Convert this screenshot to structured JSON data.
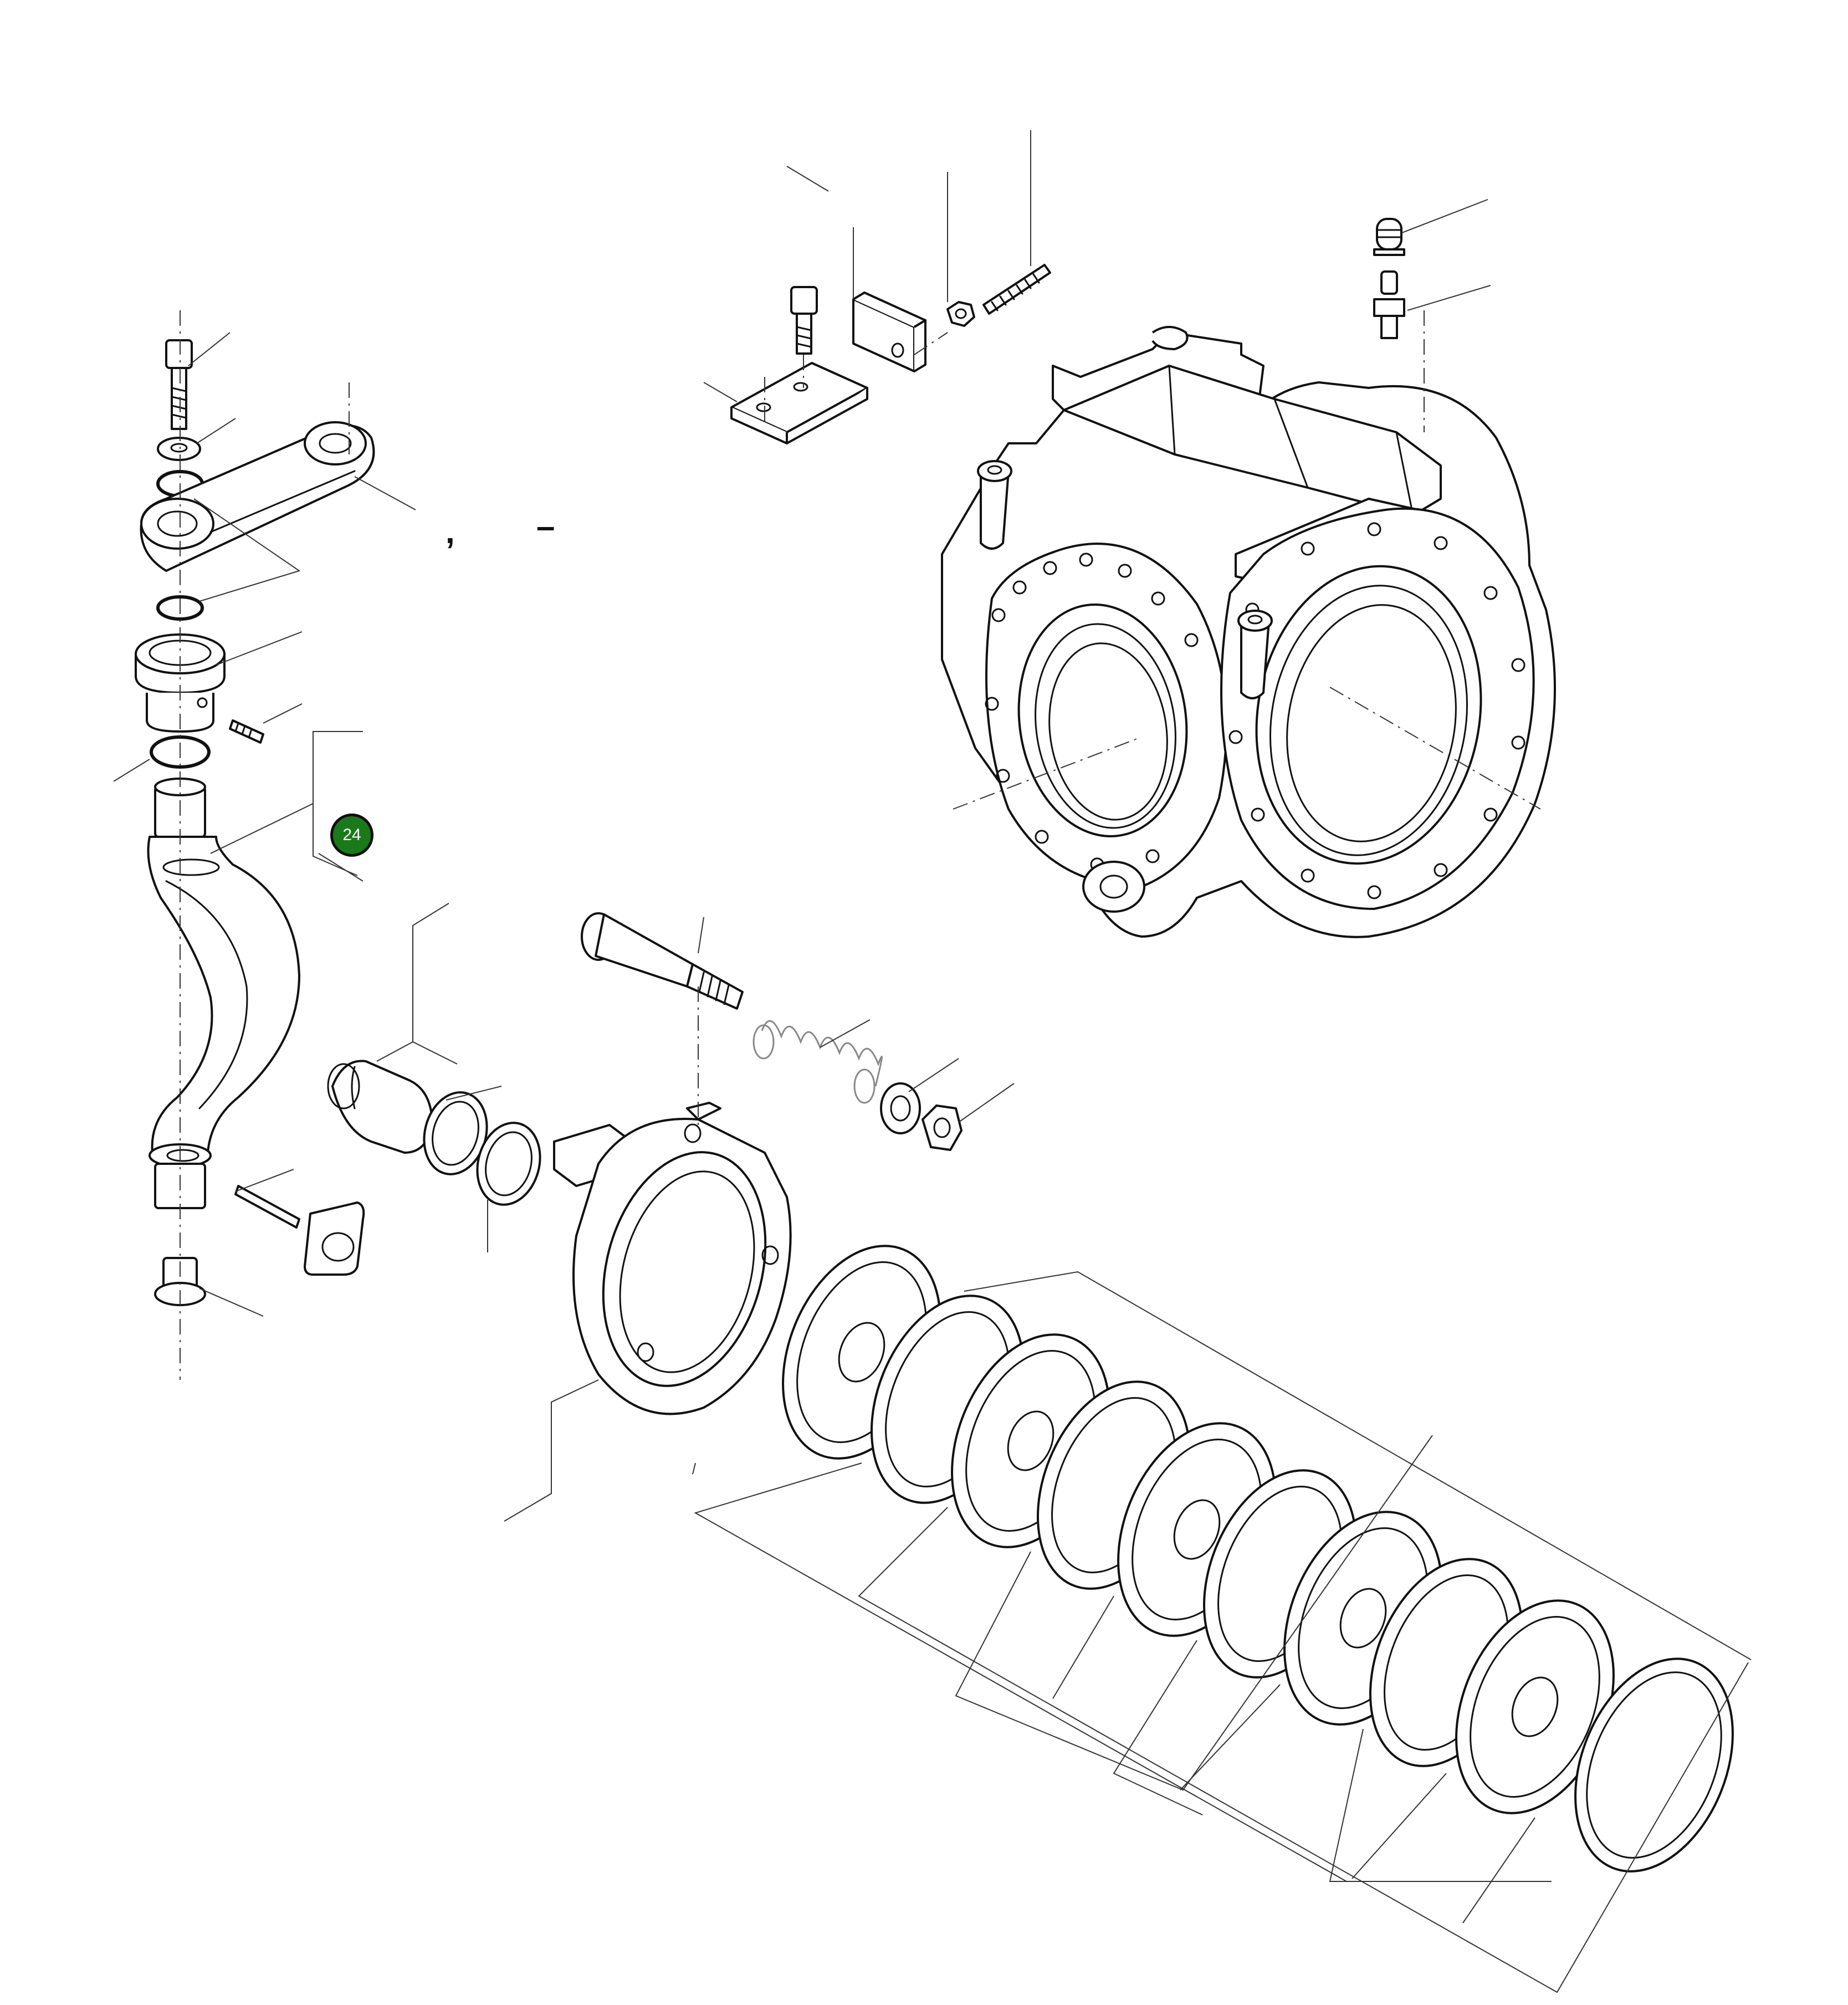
{
  "callout": {
    "label": "24",
    "color": "#1a7a1a"
  },
  "stray_marks": {
    "comma": ",",
    "dash": "–"
  },
  "parts": [
    "hex-bolt",
    "flat-washer",
    "o-ring",
    "steering-arm",
    "o-ring",
    "bushing",
    "set-screw",
    "o-ring",
    "steering-knuckle-pin",
    "bolt-and-plate",
    "thrust-bushing",
    "bolt",
    "plate",
    "plate-with-holes",
    "nut",
    "stud",
    "grease-fitting",
    "breather",
    "axle-housing",
    "cap-screw",
    "spring",
    "washer",
    "lock-nut",
    "shaft-seal",
    "seal-ring",
    "bearing-cup",
    "brake-plate",
    "friction-disc",
    "separator-disc"
  ]
}
